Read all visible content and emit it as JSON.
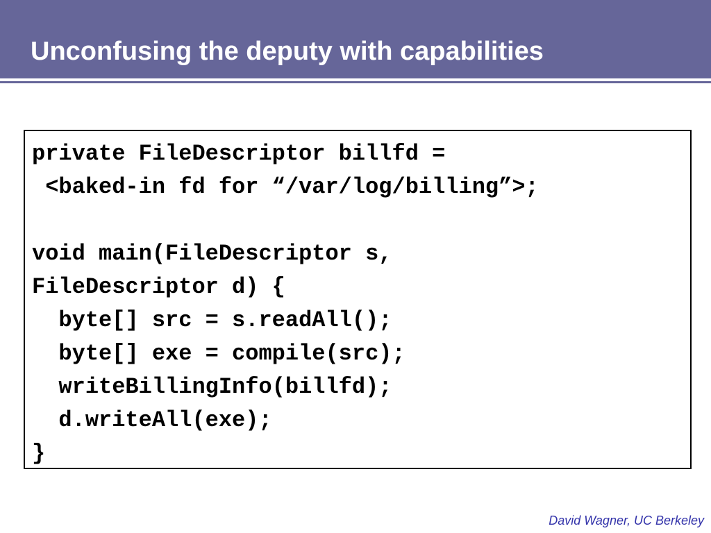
{
  "slide": {
    "title": "Unconfusing the deputy with capabilities",
    "code_lines": [
      "private FileDescriptor billfd =",
      " <baked-in fd for “/var/log/billing”>;",
      "",
      "void main(FileDescriptor s,",
      "FileDescriptor d) {",
      "  byte[] src = s.readAll();",
      "  byte[] exe = compile(src);",
      "  writeBillingInfo(billfd);",
      "  d.writeAll(exe);",
      "}"
    ],
    "footer": "David Wagner, UC Berkeley"
  },
  "colors": {
    "title_bar": "#666699",
    "title_text": "#ffffff",
    "footer_text": "#3333aa",
    "code_text": "#000000"
  }
}
